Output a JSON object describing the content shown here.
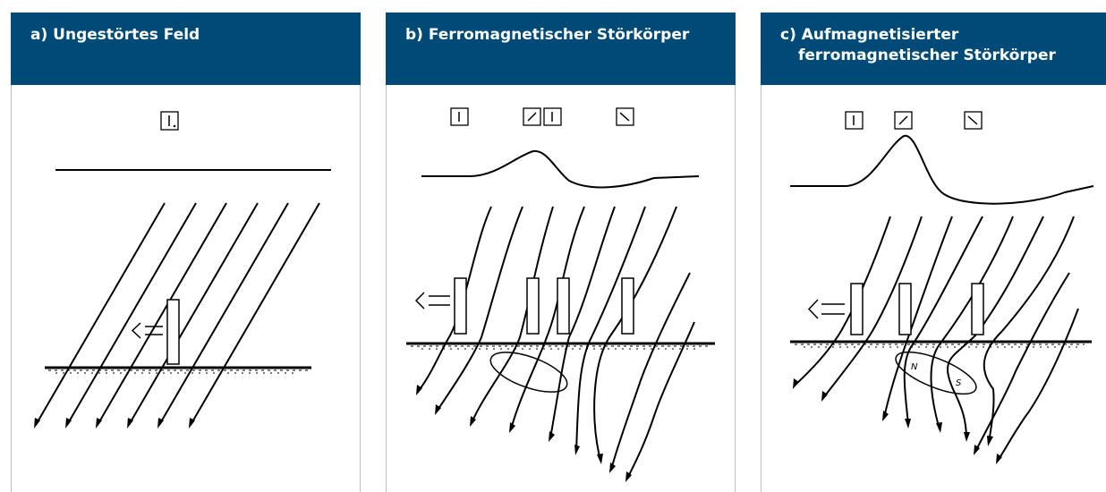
{
  "panels": [
    {
      "id": "a",
      "title_lines": [
        "a)  Ungestörtes Feld"
      ]
    },
    {
      "id": "b",
      "title_lines": [
        "b)  Ferromagnetischer Störkörper"
      ]
    },
    {
      "id": "c",
      "title_lines": [
        "c)  Aufmagnetisierter",
        "ferromagnetischer Störkörper"
      ]
    }
  ],
  "diagram": {
    "poles": [
      "N",
      "S"
    ],
    "colors": {
      "header": "#004a78",
      "header_text": "#ffffff",
      "lines": "#000000",
      "border": "#bdbdbd"
    }
  }
}
